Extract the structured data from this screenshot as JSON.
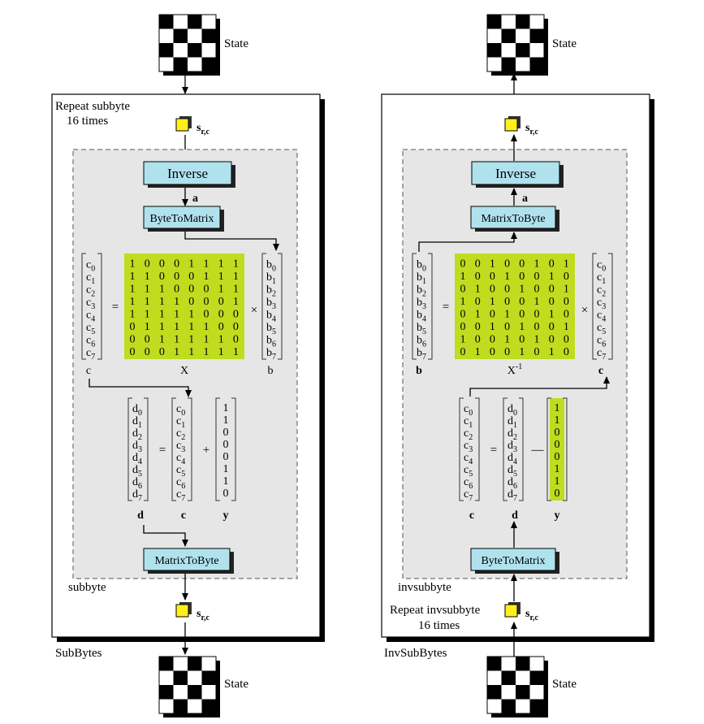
{
  "left": {
    "frame_label": "SubBytes",
    "repeat_text": [
      "Repeat subbyte",
      "16 times"
    ],
    "inner_label": "subbyte",
    "state_top": "State",
    "state_bottom": "State",
    "cell_top": "s",
    "cell_top_sub": "r,c",
    "cell_bottom": "s",
    "cell_bottom_sub": "r,c",
    "func1": "Inverse",
    "func2": "ByteToMatrix",
    "func3": "MatrixToByte",
    "arrow_label": "a",
    "eq1": {
      "lhs_entries": [
        "c0",
        "c1",
        "c2",
        "c3",
        "c4",
        "c5",
        "c6",
        "c7"
      ],
      "lhs_label": "c",
      "matrix": [
        [
          1,
          0,
          0,
          0,
          1,
          1,
          1,
          1
        ],
        [
          1,
          1,
          0,
          0,
          0,
          1,
          1,
          1
        ],
        [
          1,
          1,
          1,
          0,
          0,
          0,
          1,
          1
        ],
        [
          1,
          1,
          1,
          1,
          0,
          0,
          0,
          1
        ],
        [
          1,
          1,
          1,
          1,
          1,
          0,
          0,
          0
        ],
        [
          0,
          1,
          1,
          1,
          1,
          1,
          0,
          0
        ],
        [
          0,
          0,
          1,
          1,
          1,
          1,
          1,
          0
        ],
        [
          0,
          0,
          0,
          1,
          1,
          1,
          1,
          1
        ]
      ],
      "matrix_label": "X",
      "rhs_entries": [
        "b0",
        "b1",
        "b2",
        "b3",
        "b4",
        "b5",
        "b6",
        "b7"
      ],
      "rhs_label": "b",
      "eq_sign": "=",
      "op_sign": "×"
    },
    "eq2": {
      "lhs_entries": [
        "d0",
        "d1",
        "d2",
        "d3",
        "d4",
        "d5",
        "d6",
        "d7"
      ],
      "lhs_label": "d",
      "mid_entries": [
        "c0",
        "c1",
        "c2",
        "c3",
        "c4",
        "c5",
        "c6",
        "c7"
      ],
      "mid_label": "c",
      "vec": [
        1,
        1,
        0,
        0,
        0,
        1,
        1,
        0
      ],
      "vec_label": "y",
      "eq_sign": "=",
      "op_sign": "+"
    }
  },
  "right": {
    "frame_label": "InvSubBytes",
    "repeat_text": [
      "Repeat invsubbyte",
      "16 times"
    ],
    "inner_label": "invsubbyte",
    "state_top": "State",
    "state_bottom": "State",
    "cell_top": "s",
    "cell_top_sub": "r,c",
    "cell_bottom": "s",
    "cell_bottom_sub": "r,c",
    "func1": "Inverse",
    "func2": "MatrixToByte",
    "func3": "ByteToMatrix",
    "arrow_label": "a",
    "eq1": {
      "lhs_entries": [
        "b0",
        "b1",
        "b2",
        "b3",
        "b4",
        "b5",
        "b6",
        "b7"
      ],
      "lhs_label": "b",
      "matrix": [
        [
          0,
          0,
          1,
          0,
          0,
          1,
          0,
          1
        ],
        [
          1,
          0,
          0,
          1,
          0,
          0,
          1,
          0
        ],
        [
          0,
          1,
          0,
          0,
          1,
          0,
          0,
          1
        ],
        [
          1,
          0,
          1,
          0,
          0,
          1,
          0,
          0
        ],
        [
          0,
          1,
          0,
          1,
          0,
          0,
          1,
          0
        ],
        [
          0,
          0,
          1,
          0,
          1,
          0,
          0,
          1
        ],
        [
          1,
          0,
          0,
          1,
          0,
          1,
          0,
          0
        ],
        [
          0,
          1,
          0,
          0,
          1,
          0,
          1,
          0
        ]
      ],
      "matrix_label": "X",
      "matrix_label_sup": "-1",
      "rhs_entries": [
        "c0",
        "c1",
        "c2",
        "c3",
        "c4",
        "c5",
        "c6",
        "c7"
      ],
      "rhs_label": "c",
      "eq_sign": "=",
      "op_sign": "×"
    },
    "eq2": {
      "lhs_entries": [
        "c0",
        "c1",
        "c2",
        "c3",
        "c4",
        "c5",
        "c6",
        "c7"
      ],
      "lhs_label": "c",
      "mid_entries": [
        "d0",
        "d1",
        "d2",
        "d3",
        "d4",
        "d5",
        "d6",
        "d7"
      ],
      "mid_label": "d",
      "vec": [
        1,
        1,
        0,
        0,
        0,
        1,
        1,
        0
      ],
      "vec_label": "y",
      "eq_sign": "=",
      "op_sign": "—"
    }
  },
  "colors": {
    "function_box": "#b0e2ee",
    "matrix_fill": "#bfdc1f",
    "cell_fill": "#ffef1a",
    "inner_fill": "#e6e6e6"
  },
  "icons": [
    "state-checkerboard-icon",
    "byte-cell-icon"
  ]
}
